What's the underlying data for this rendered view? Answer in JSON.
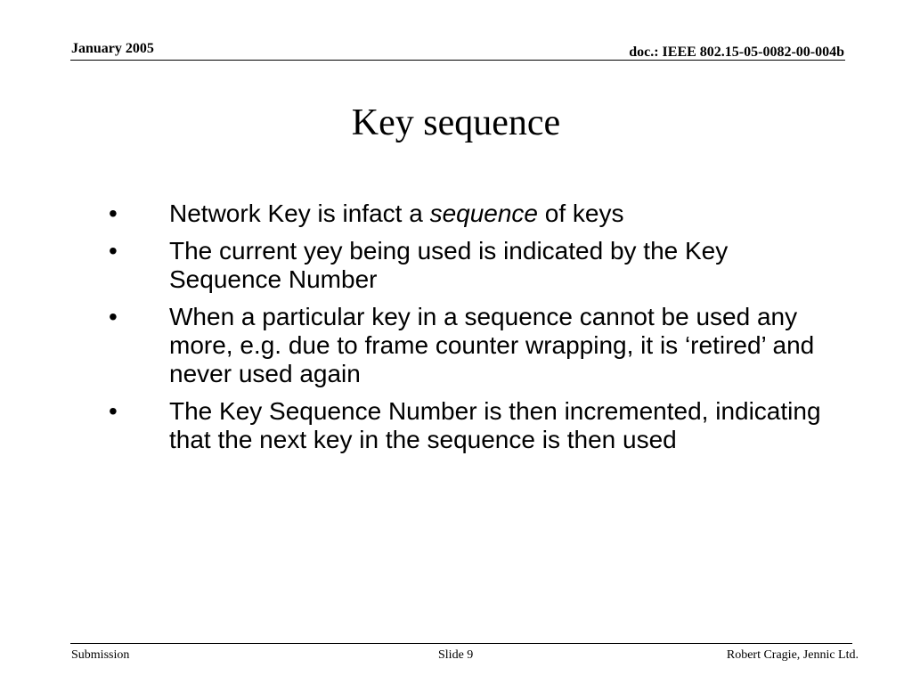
{
  "header": {
    "date": "January 2005",
    "doc_id": "doc.: IEEE 802.15-05-0082-00-004b"
  },
  "title": "Key sequence",
  "bullet_symbol": "•",
  "bullets": [
    {
      "pre": "Network Key is infact a ",
      "emphasis": "sequence",
      "post": " of keys"
    },
    {
      "text": "The current yey being used is indicated by the Key Sequence Number"
    },
    {
      "text": "When a particular key in a sequence cannot be used any more, e.g. due to frame counter wrapping, it is ‘retired’ and never used again"
    },
    {
      "text": "The Key Sequence Number is then incremented, indicating that the next key in the sequence is then used"
    }
  ],
  "footer": {
    "left": "Submission",
    "center": "Slide 9",
    "right": "Robert Cragie, Jennic Ltd."
  }
}
